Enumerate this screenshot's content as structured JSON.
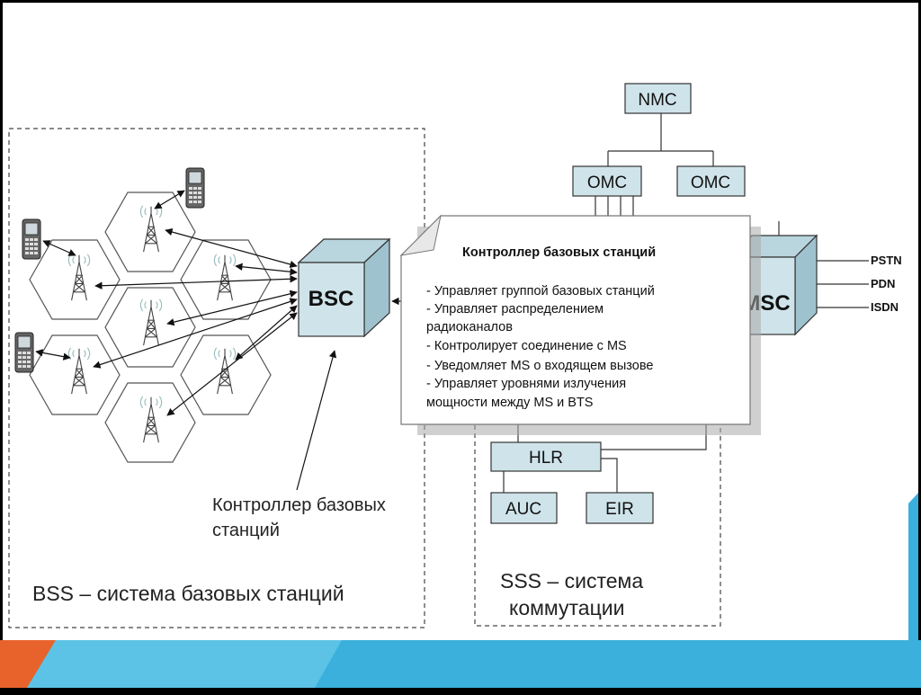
{
  "colors": {
    "box_fill": "#cfe4ea",
    "box_stroke": "#333333",
    "band_blue": "#3bb0dc",
    "band_orange": "#e8632c",
    "callout_fill": "#ffffff"
  },
  "nodes": {
    "nmc": "NMC",
    "omc1": "OMC",
    "omc2": "OMC",
    "bsc": "BSC",
    "msc": "MSC",
    "hlr": "HLR",
    "auc": "AUC",
    "eir": "EIR"
  },
  "networks": [
    "PSTN",
    "PDN",
    "ISDN"
  ],
  "bsc_caption": [
    "Контроллер базовых",
    "станций"
  ],
  "bss_caption": "BSS – система базовых станций",
  "sss_caption": [
    "SSS – система",
    "коммутации"
  ],
  "callout": {
    "title": "Контроллер базовых станций",
    "lines": [
      "- Управляет группой базовых станций",
      "- Управляет распределением",
      "радиоканалов",
      "- Контролирует соединение с MS",
      "- Уведомляет MS о входящем вызове",
      "- Управляет уровнями излучения",
      "мощности между MS и BTS"
    ]
  },
  "icons": {
    "cell_tower": "antenna-tower-icon",
    "mobile_phone": "mobile-phone-icon"
  }
}
